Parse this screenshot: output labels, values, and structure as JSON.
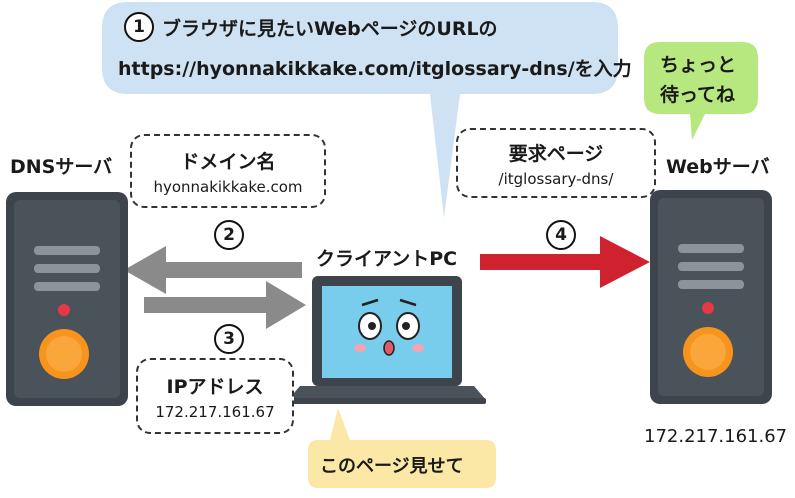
{
  "step1": {
    "number": "1",
    "line1": "ブラウザに見たいWebページのURLの",
    "line2": "https://hyonnakikkake.com/itglossary-dns/を入力"
  },
  "webserver_bubble": {
    "line1": "ちょっと",
    "line2": "待ってね"
  },
  "dns_server": {
    "label": "DNSサーバ"
  },
  "web_server": {
    "label": "Webサーバ",
    "ip": "172.217.161.67"
  },
  "client": {
    "label": "クライアントPC",
    "bubble": "このページ見せて"
  },
  "domain_box": {
    "title": "ドメイン名",
    "value": "hyonnakikkake.com"
  },
  "request_box": {
    "title": "要求ページ",
    "value": "/itglossary-dns/"
  },
  "ip_box": {
    "title": "IPアドレス",
    "value": "172.217.161.67"
  },
  "steps": {
    "two": "2",
    "three": "3",
    "four": "4"
  },
  "colors": {
    "bubble_blue": "#cfe2f3",
    "bubble_green": "#b7e87f",
    "bubble_yellow": "#fbe8a6",
    "arrow_gray": "#8a8a8a",
    "arrow_red": "#d0212f",
    "server_body": "#3d444b",
    "server_button": "#f7941d",
    "screen": "#79cdec"
  }
}
